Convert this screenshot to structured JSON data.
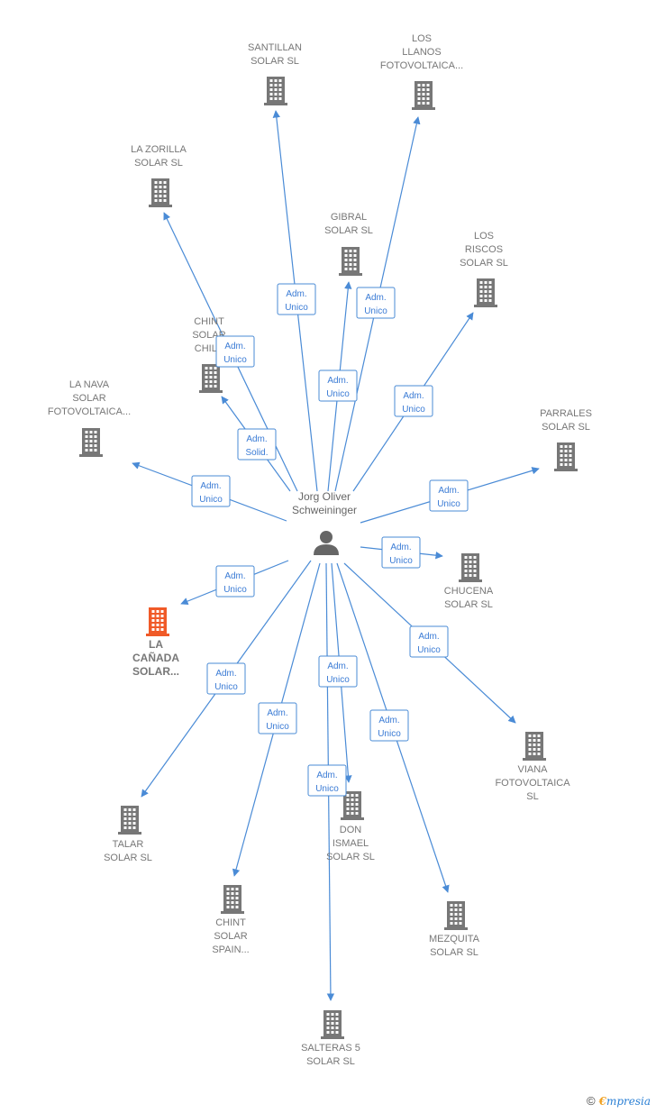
{
  "colors": {
    "edge": "#4a8bd6",
    "building": "#777777",
    "building_main": "#f05a28",
    "person": "#666666"
  },
  "center": {
    "name_lines": [
      "Jorg Oliver",
      "Schweininger"
    ],
    "icon": "person-icon"
  },
  "companies": [
    {
      "id": "santillan",
      "lines": [
        "SANTILLAN",
        "SOLAR  SL"
      ]
    },
    {
      "id": "los-llanos",
      "lines": [
        "LOS",
        "LLANOS",
        "FOTOVOLTAICA..."
      ]
    },
    {
      "id": "la-zorilla",
      "lines": [
        "LA ZORILLA",
        "SOLAR  SL"
      ]
    },
    {
      "id": "gibral",
      "lines": [
        "GIBRAL",
        "SOLAR  SL"
      ]
    },
    {
      "id": "los-riscos",
      "lines": [
        "LOS",
        "RISCOS",
        "SOLAR  SL"
      ]
    },
    {
      "id": "chint-chile",
      "lines": [
        "CHINT",
        "SOLAR",
        "CHILE"
      ]
    },
    {
      "id": "la-nava",
      "lines": [
        "LA NAVA",
        "SOLAR",
        "FOTOVOLTAICA..."
      ]
    },
    {
      "id": "parrales",
      "lines": [
        "PARRALES",
        "SOLAR  SL"
      ]
    },
    {
      "id": "chucena",
      "lines": [
        "CHUCENA",
        "SOLAR  SL"
      ]
    },
    {
      "id": "la-canada",
      "lines": [
        "LA",
        "CAÑADA",
        "SOLAR..."
      ],
      "main": true
    },
    {
      "id": "viana",
      "lines": [
        "VIANA",
        "FOTOVOLTAICA",
        "SL"
      ]
    },
    {
      "id": "talar",
      "lines": [
        "TALAR",
        "SOLAR  SL"
      ]
    },
    {
      "id": "don-ismael",
      "lines": [
        "DON",
        "ISMAEL",
        "SOLAR  SL"
      ]
    },
    {
      "id": "chint-spain",
      "lines": [
        "CHINT",
        "SOLAR",
        "SPAIN..."
      ]
    },
    {
      "id": "mezquita",
      "lines": [
        "MEZQUITA",
        "SOLAR  SL"
      ]
    },
    {
      "id": "salteras",
      "lines": [
        "SALTERAS 5",
        "SOLAR  SL"
      ]
    }
  ],
  "edges": [
    {
      "to": "santillan",
      "label": [
        "Adm.",
        "Unico"
      ]
    },
    {
      "to": "los-llanos",
      "label": [
        "Adm.",
        "Unico"
      ]
    },
    {
      "to": "la-zorilla",
      "label": [
        "Adm.",
        "Unico"
      ]
    },
    {
      "to": "gibral",
      "label": [
        "Adm.",
        "Unico"
      ]
    },
    {
      "to": "los-riscos",
      "label": [
        "Adm.",
        "Unico"
      ]
    },
    {
      "to": "chint-chile",
      "label": [
        "Adm.",
        "Solid."
      ]
    },
    {
      "to": "la-nava",
      "label": [
        "Adm.",
        "Unico"
      ]
    },
    {
      "to": "parrales",
      "label": [
        "Adm.",
        "Unico"
      ]
    },
    {
      "to": "chucena",
      "label": [
        "Adm.",
        "Unico"
      ]
    },
    {
      "to": "la-canada",
      "label": [
        "Adm.",
        "Unico"
      ]
    },
    {
      "to": "viana",
      "label": [
        "Adm.",
        "Unico"
      ]
    },
    {
      "to": "talar",
      "label": [
        "Adm.",
        "Unico"
      ]
    },
    {
      "to": "don-ismael",
      "label": [
        "Adm.",
        "Unico"
      ]
    },
    {
      "to": "chint-spain",
      "label": [
        "Adm.",
        "Unico"
      ]
    },
    {
      "to": "mezquita",
      "label": [
        "Adm.",
        "Unico"
      ]
    },
    {
      "to": "salteras",
      "label": [
        "Adm.",
        "Unico"
      ]
    }
  ],
  "footer": {
    "copyright": "©",
    "brand_e": "€",
    "brand_rest": "mpresia"
  }
}
